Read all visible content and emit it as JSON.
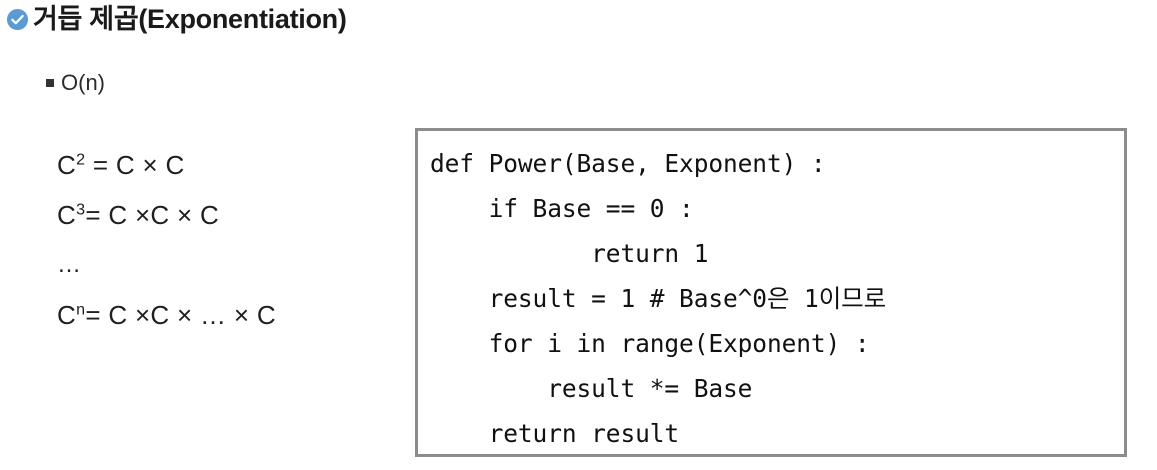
{
  "slide": {
    "title": {
      "bullet_icon": "blue-check-circle-icon",
      "bullet_color": "#5b9bd5",
      "text": "거듭 제곱(Exponentiation)"
    },
    "sub_bullet": {
      "bullet_icon": "square-bullet-icon",
      "bullet_color": "#333333",
      "text": "O(n)"
    },
    "formulas": [
      {
        "base": "C",
        "exponent": "2",
        "rest": " = C × C"
      },
      {
        "base": "C",
        "exponent": "3",
        "rest": "= C ×C × C"
      },
      {
        "base": "",
        "exponent": "",
        "rest": "…"
      },
      {
        "base": "C",
        "exponent": "n",
        "rest": "= C ×C × … × C"
      }
    ],
    "code_block": {
      "language": "python",
      "border_color": "#8c8c8c",
      "background": "#ffffff",
      "lines": [
        "def Power(Base, Exponent) :",
        "    if Base == 0 :",
        "           return 1",
        "    result = 1 # Base^0은 1이므로",
        "    for i in range(Exponent) :",
        "        result *= Base",
        "    return result"
      ]
    }
  }
}
